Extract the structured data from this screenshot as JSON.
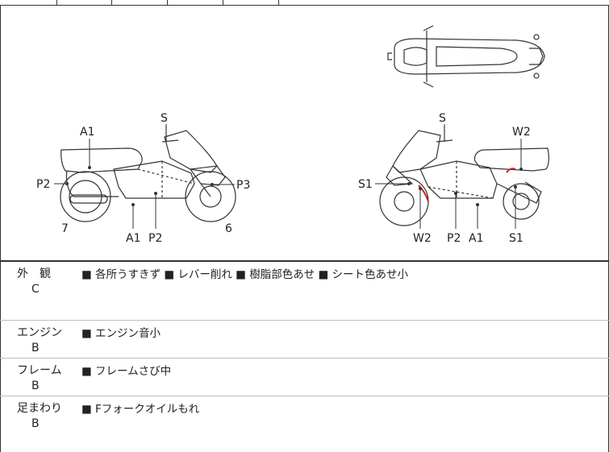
{
  "diagram": {
    "left_view": {
      "labels": {
        "S": "S",
        "A1_top": "A1",
        "P2_left": "P2",
        "P3": "P3",
        "num7": "7",
        "num6": "6",
        "A1_bottom": "A1",
        "P2_bottom": "P2"
      }
    },
    "right_view": {
      "labels": {
        "S": "S",
        "W2_top": "W2",
        "S1_left": "S1",
        "W2_bottom": "W2",
        "P2_bottom": "P2",
        "A1_bottom": "A1",
        "S1_bottom": "S1"
      }
    },
    "damage_color": "#cc2222"
  },
  "sections": [
    {
      "category": "外　観",
      "grade": "C",
      "items": "■ 各所うすきず ■ レバー削れ ■ 樹脂部色あせ ■ シート色あせ小"
    },
    {
      "category": "エンジン",
      "grade": "B",
      "items": "■ エンジン音小"
    },
    {
      "category": "フレーム",
      "grade": "B",
      "items": "■ フレームさび中"
    },
    {
      "category": "足まわり",
      "grade": "B",
      "items": "■ Fフォークオイルもれ"
    }
  ]
}
